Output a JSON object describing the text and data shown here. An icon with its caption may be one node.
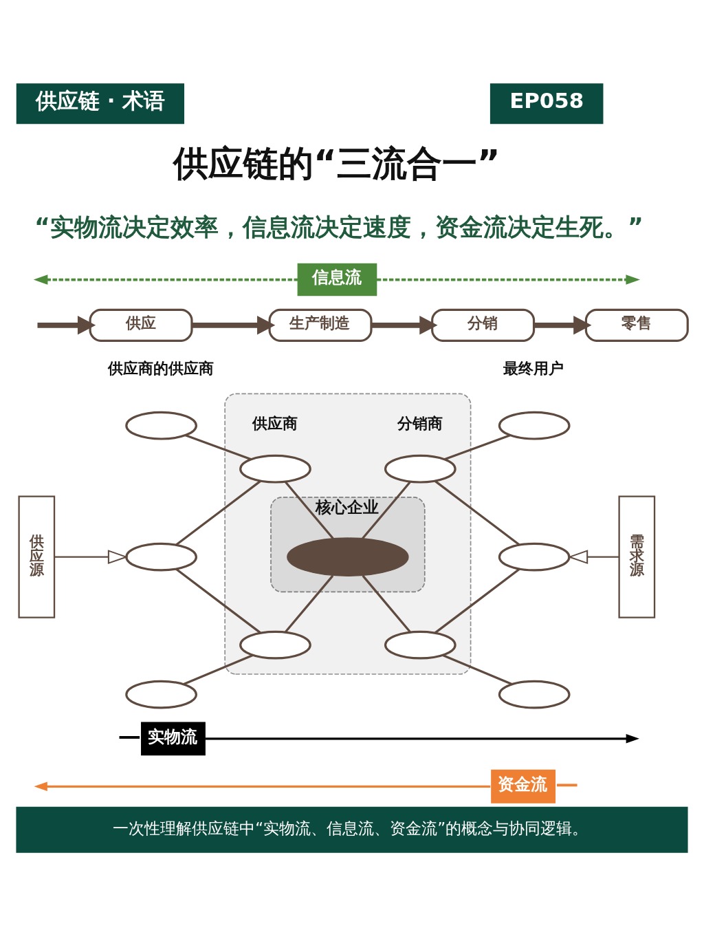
{
  "diagram": {
    "title": "供应链的“三流合一”",
    "caption": "一次性理解供应链中“实物流、信息流、资金流”的概念与协同逻辑。",
    "nodes": [
      {
        "text": [
          "信息流"
        ]
      },
      {
        "text": [
          "供应"
        ]
      },
      {
        "text": [
          "生产制造"
        ]
      },
      {
        "text": [
          "分销"
        ]
      },
      {
        "text": [
          "零售"
        ]
      },
      {
        "text": [
          "供应源"
        ]
      },
      {
        "text": [],
        "shape": "ellipse"
      },
      {
        "text": [],
        "shape": "ellipse"
      },
      {
        "text": [],
        "shape": "ellipse"
      },
      {
        "text": [],
        "shape": "ellipse"
      },
      {
        "text": [],
        "shape": "ellipse",
        "in": 9
      },
      {
        "text": [],
        "shape": "ellipse",
        "in": 9
      },
      {
        "text": [
          "核心企业"
        ],
        "in": 9
      },
      {
        "text": [],
        "shape": "ellipse",
        "in": 12
      },
      {
        "text": [],
        "shape": "ellipse",
        "in": 9
      },
      {
        "text": [],
        "shape": "ellipse",
        "in": 9
      },
      {
        "text": [],
        "shape": "ellipse"
      },
      {
        "text": [],
        "shape": "ellipse"
      },
      {
        "text": [],
        "shape": "ellipse"
      },
      {
        "text": [
          "需求源"
        ]
      },
      {
        "text": [
          "实物流"
        ]
      },
      {
        "text": [
          "资金流"
        ]
      }
    ],
    "edges": [
      {
        "from": 0,
        "to": null,
        "arrow": "to",
        "style": "dashed",
        "color": "#4e8a3c"
      },
      {
        "from": 0,
        "to": null,
        "arrow": "to",
        "style": "dashed",
        "color": "#4e8a3c"
      },
      {
        "from": null,
        "to": 1,
        "arrow": "to",
        "style": "thick"
      },
      {
        "from": 1,
        "to": 2,
        "arrow": "to",
        "style": "thick"
      },
      {
        "from": 2,
        "to": 3,
        "arrow": "to",
        "style": "thick"
      },
      {
        "from": 3,
        "to": 4,
        "arrow": "to",
        "style": "thick"
      },
      {
        "from": 5,
        "to": 7,
        "arrow": "to"
      },
      {
        "from": 6,
        "to": 10,
        "arrow": "none"
      },
      {
        "from": 7,
        "to": 10,
        "arrow": "none"
      },
      {
        "from": 7,
        "to": 11,
        "arrow": "none"
      },
      {
        "from": 8,
        "to": 11,
        "arrow": "none"
      },
      {
        "from": 10,
        "to": 13,
        "arrow": "none"
      },
      {
        "from": 11,
        "to": 13,
        "arrow": "none"
      },
      {
        "from": 13,
        "to": 14,
        "arrow": "none"
      },
      {
        "from": 13,
        "to": 15,
        "arrow": "none"
      },
      {
        "from": 14,
        "to": 16,
        "arrow": "none"
      },
      {
        "from": 14,
        "to": 17,
        "arrow": "none"
      },
      {
        "from": 15,
        "to": 17,
        "arrow": "none"
      },
      {
        "from": 15,
        "to": 18,
        "arrow": "none"
      },
      {
        "from": 19,
        "to": 17,
        "arrow": "to"
      },
      {
        "from": 20,
        "to": null,
        "arrow": "to",
        "color": "#000000"
      },
      {
        "from": 21,
        "to": null,
        "arrow": "to",
        "color": "#ee7f33"
      }
    ],
    "labels": [
      "供应链 · 术语",
      "EP058",
      "“实物流决定效率，信息流决定速度，资金流决定生死。”",
      "供应商的供应商",
      "最终用户",
      "供应商",
      "分销商"
    ]
  }
}
